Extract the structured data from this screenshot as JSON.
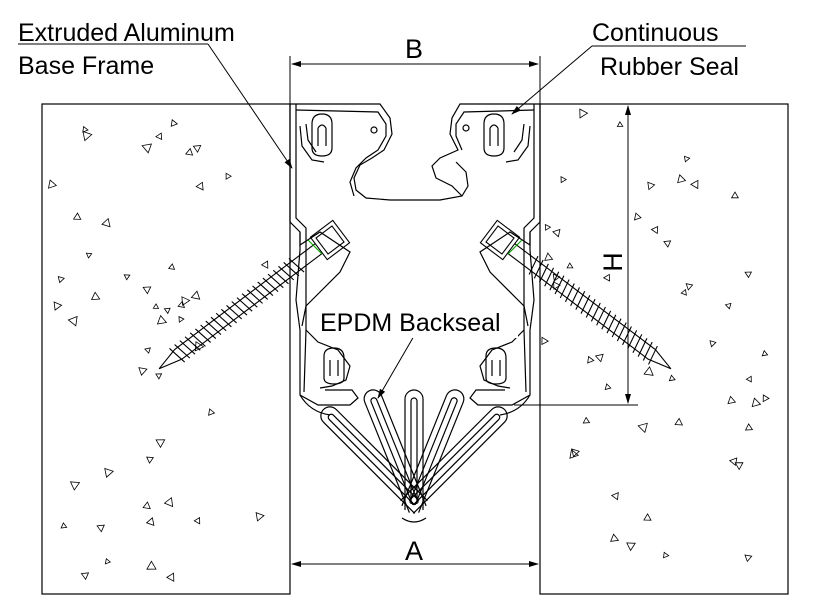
{
  "labels": {
    "base_frame_line1": "Extruded Aluminum",
    "base_frame_line2": "Base Frame",
    "rubber_seal_line1": "Continuous",
    "rubber_seal_line2": "Rubber Seal",
    "backseal": "EPDM Backseal",
    "dim_b": "B",
    "dim_a": "A",
    "dim_h": "H"
  }
}
